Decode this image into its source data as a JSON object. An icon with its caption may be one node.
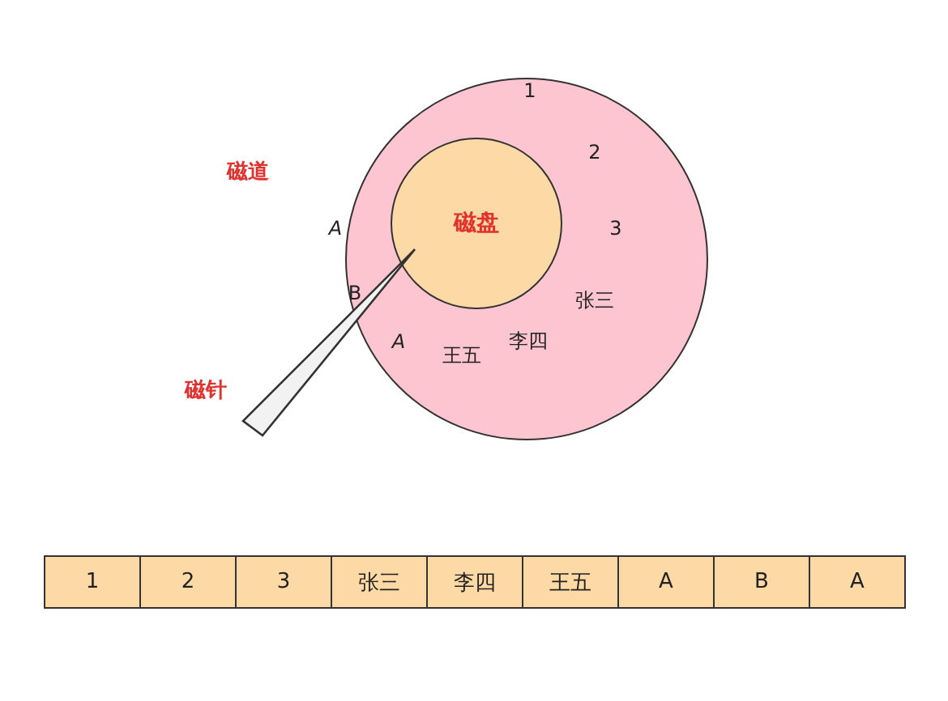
{
  "diagram": {
    "nodes": [
      {
        "text": [],
        "shape": "circle"
      },
      {
        "text": [
          "磁盘"
        ],
        "in": 0
      },
      {
        "text": [],
        "shape": "triangle",
        "beside": [
          "磁针"
        ]
      },
      {
        "text": [
          "1"
        ]
      },
      {
        "text": [
          "2"
        ]
      },
      {
        "text": [
          "3"
        ]
      },
      {
        "text": [
          "张三"
        ]
      },
      {
        "text": [
          "李四"
        ]
      },
      {
        "text": [
          "王五"
        ]
      },
      {
        "text": [
          "A"
        ]
      },
      {
        "text": [
          "B"
        ]
      },
      {
        "text": [
          "A"
        ]
      }
    ],
    "labels": [
      "1",
      "2",
      "磁道",
      "A",
      "3",
      "B",
      "张三",
      "A",
      "李四",
      "王五"
    ]
  }
}
